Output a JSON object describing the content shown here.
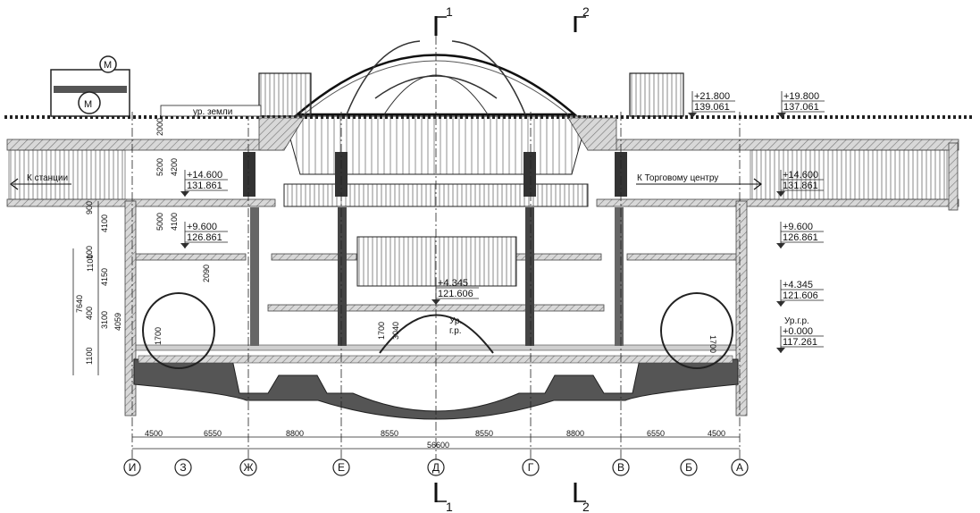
{
  "section_marks": {
    "cut1_top": "1",
    "cut2_top": "2",
    "cut1_bottom": "1",
    "cut2_bottom": "2"
  },
  "labels": {
    "ground_level": "ур. земли",
    "to_station": "К станции",
    "to_mall": "К Торговому центру",
    "track_level_center": "Ур.\nг.р.",
    "track_level_right": "Ур.г.р.",
    "metro_logo": "М"
  },
  "elevations": {
    "right_top_1": {
      "rel": "+21.800",
      "abs": "139.061"
    },
    "right_top_2": {
      "rel": "+19.800",
      "abs": "137.061"
    },
    "left_mezz": {
      "rel": "+14.600",
      "abs": "131.861"
    },
    "right_mezz": {
      "rel": "+14.600",
      "abs": "131.861"
    },
    "left_9600": {
      "rel": "+9.600",
      "abs": "126.861"
    },
    "right_9600": {
      "rel": "+9.600",
      "abs": "126.861"
    },
    "center_4345": {
      "rel": "+4.345",
      "abs": "121.606"
    },
    "right_4345": {
      "rel": "+4.345",
      "abs": "121.606"
    },
    "right_zero": {
      "rel": "+0.000",
      "abs": "117.261"
    }
  },
  "vertical_dims": {
    "left_outer": [
      "900",
      "4100",
      "100",
      "1100",
      "4150",
      "400",
      "3100",
      "1100"
    ],
    "left_total": "7640",
    "left_inner": [
      "2000",
      "5200",
      "4200",
      "5000",
      "4100",
      "2090",
      "1700",
      "4059"
    ],
    "center": [
      "3040",
      "1700"
    ],
    "right": [
      "1700"
    ]
  },
  "horizontal_dims": {
    "spans": [
      "4500",
      "6550",
      "8800",
      "8550",
      "8550",
      "8800",
      "6550",
      "4500"
    ],
    "total": "56600"
  },
  "axes": [
    "И",
    "З",
    "Ж",
    "Е",
    "Д",
    "Г",
    "В",
    "Б",
    "А"
  ]
}
